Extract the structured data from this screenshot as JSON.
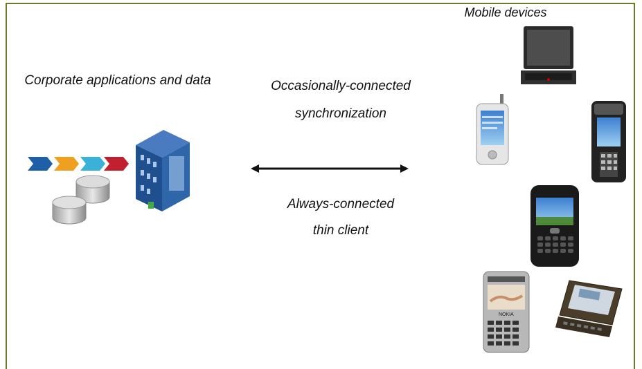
{
  "labels": {
    "corporate": "Corporate applications and data",
    "sync_line1": "Occasionally-connected",
    "sync_line2": "synchronization",
    "always_line1": "Always-connected",
    "always_line2": "thin client",
    "mobile_devices": "Mobile devices"
  },
  "device_text": {
    "nokia_brand": "NOKIA"
  },
  "icons": [
    "process-arrows-icon",
    "database-cylinder-icon",
    "server-building-icon",
    "double-arrow-icon",
    "laptop-icon",
    "pda-phone-icon",
    "rugged-scanner-icon",
    "blackberry-icon",
    "nokia-phone-icon",
    "handheld-pc-icon"
  ],
  "colors": {
    "frame": "#6b7a2a",
    "chevron_blue": "#1f5fa8",
    "chevron_orange": "#f0a020",
    "chevron_cyan": "#3bb0d8",
    "chevron_red": "#c02030",
    "server_blue": "#2a5a9a"
  }
}
